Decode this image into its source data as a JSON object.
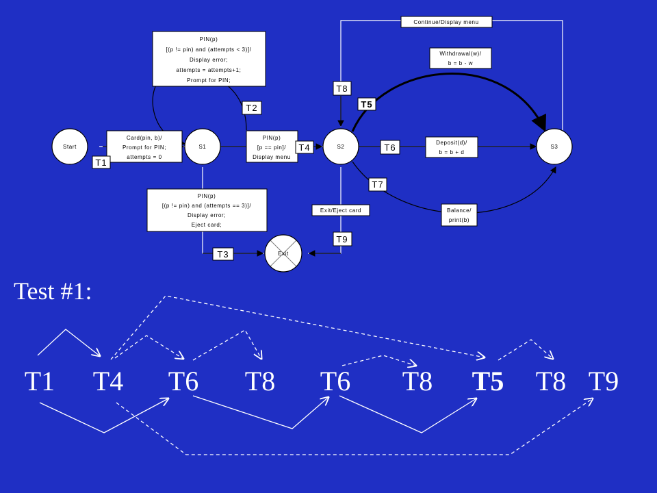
{
  "states": {
    "start": "Start",
    "s1": "S1",
    "s2": "S2",
    "s3": "S3",
    "exit": "Exit"
  },
  "boxes": {
    "pin_retry": [
      "PIN(p)",
      "[(p != pin) and (attempts < 3)]/",
      "Display error;",
      "attempts = attempts+1;",
      "Prompt for PIN;"
    ],
    "card": [
      "Card(pin, b)/",
      "Prompt for PIN;",
      "attempts = 0"
    ],
    "pin_ok": [
      "PIN(p)",
      "[p == pin]/",
      "Display menu"
    ],
    "pin_fail": [
      "PIN(p)",
      "[(p != pin) and (attempts == 3)]/",
      "Display error;",
      "Eject card;"
    ],
    "continue": [
      "Continue/Display menu"
    ],
    "withdraw": [
      "Withdrawal(w)/",
      "b = b - w"
    ],
    "deposit": [
      "Deposit(d)/",
      "b = b + d"
    ],
    "balance": [
      "Balance/",
      "print(b)"
    ],
    "exit_eject": [
      "Exit/Eject card"
    ]
  },
  "transition_labels": {
    "t1": "T1",
    "t2": "T2",
    "t3": "T3",
    "t4": "T4",
    "t5": "T5",
    "t6": "T6",
    "t7": "T7",
    "t8": "T8",
    "t9": "T9"
  },
  "test": {
    "title": "Test #1:",
    "sequence": [
      "T1",
      "T4",
      "T6",
      "T8",
      "T6",
      "T8",
      "T5",
      "T8",
      "T9"
    ],
    "highlight_index": 6,
    "highlight_color": "#8b0000",
    "text_color": "#ffffff"
  },
  "colors": {
    "background": "#1f2fc4"
  }
}
